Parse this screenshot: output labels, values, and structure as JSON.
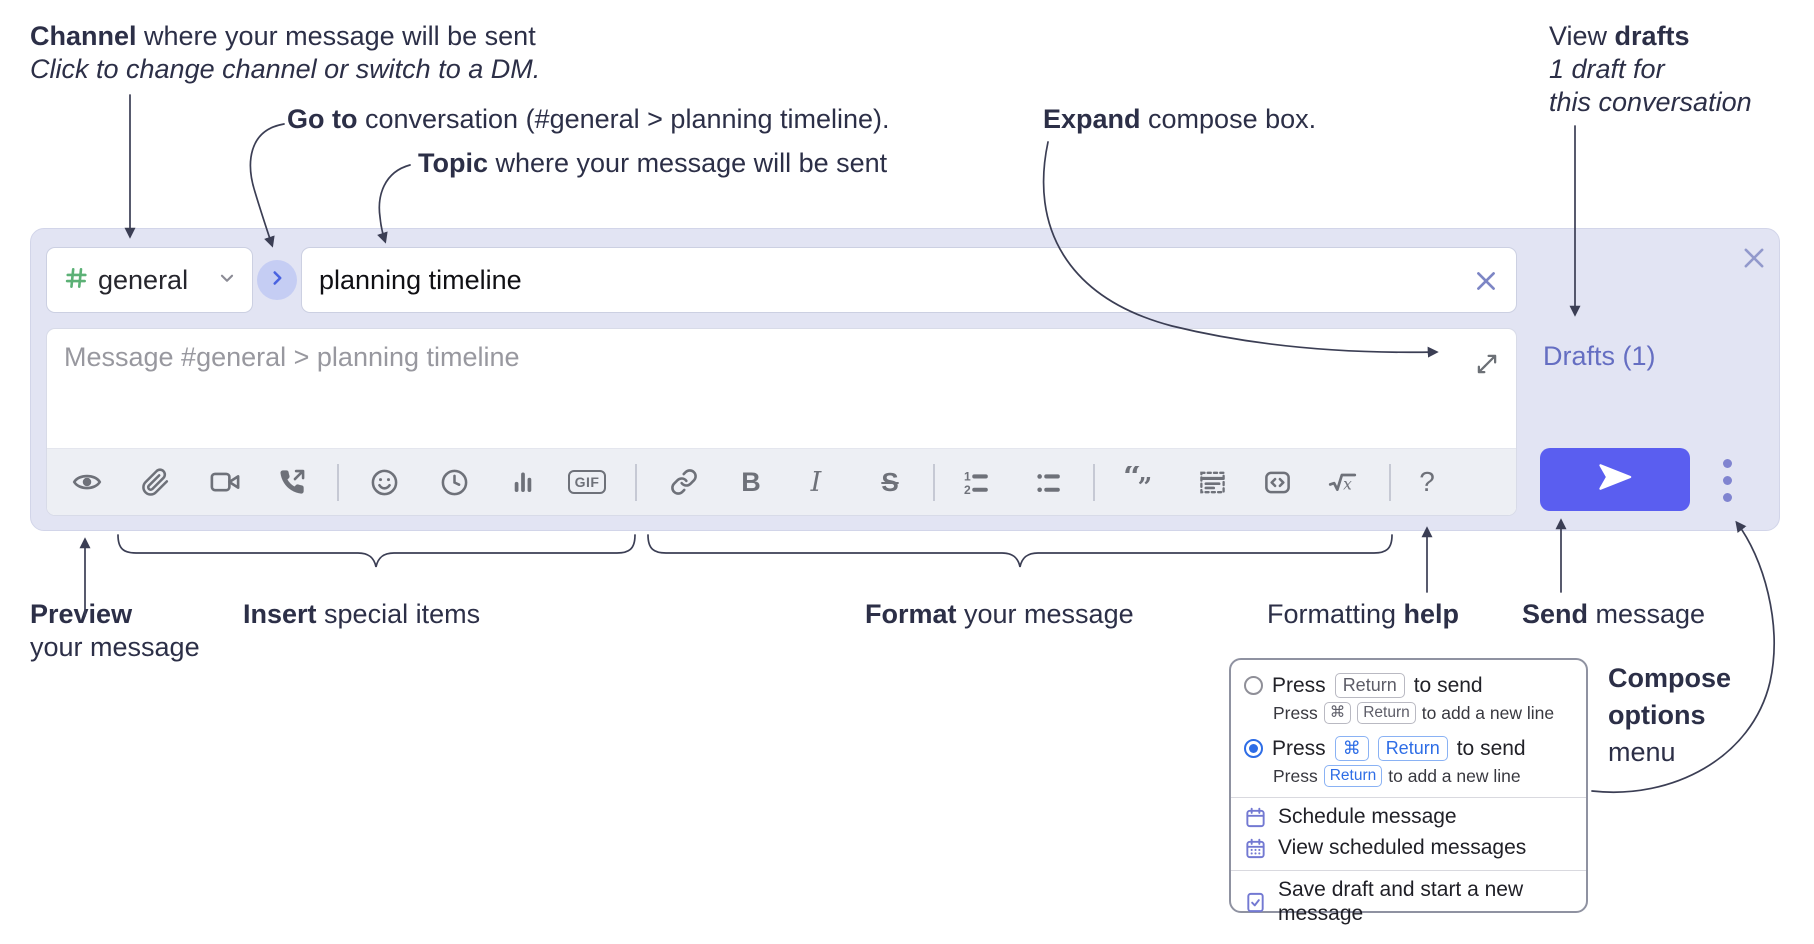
{
  "annotations": {
    "channel_note": {
      "bold": "Channel",
      "rest": " where your message will be sent",
      "italic_line": "Click to change channel or switch to a DM."
    },
    "goto_note": {
      "bold": "Go to",
      "rest": " conversation (#general > planning timeline)."
    },
    "topic_note": {
      "bold": "Topic",
      "rest": " where your message will be sent"
    },
    "expand_note": {
      "bold": "Expand",
      "rest": " compose box."
    },
    "view_drafts_note": {
      "regular": "View ",
      "bold": "drafts",
      "line2": "1 draft for",
      "line3": "this conversation"
    },
    "preview_note": {
      "bold": "Preview",
      "line2": "your message"
    },
    "insert_note": {
      "bold": "Insert",
      "rest": " special items"
    },
    "format_note": {
      "bold": "Format",
      "rest": " your message"
    },
    "help_note": {
      "regular": "Formatting ",
      "bold": "help"
    },
    "send_note": {
      "bold": "Send",
      "rest": " message"
    },
    "compose_options_note": {
      "line1": "Compose",
      "line2": "options",
      "line3": "menu"
    }
  },
  "compose": {
    "channel": {
      "name": "general"
    },
    "topic": {
      "value": "planning timeline"
    },
    "message": {
      "placeholder": "Message #general > planning timeline"
    },
    "drafts_link": "Drafts (1)",
    "toolbar": {
      "gif_label": "GIF",
      "bold_label": "B",
      "italic_label": "I",
      "strike_label": "S",
      "math_label": "x",
      "help_label": "?"
    }
  },
  "popup": {
    "option_return": {
      "press": "Press",
      "key": "Return",
      "suffix": "to send",
      "sub": {
        "press": "Press",
        "key1": "⌘",
        "key2": "Return",
        "suffix": "to add a new line"
      }
    },
    "option_cmd_return": {
      "press": "Press",
      "key1": "⌘",
      "key2": "Return",
      "suffix": "to send",
      "sub": {
        "press": "Press",
        "key": "Return",
        "suffix": "to add a new line"
      }
    },
    "schedule_item": "Schedule message",
    "view_scheduled_item": "View scheduled messages",
    "save_draft_item": "Save draft and start a new message"
  },
  "colors": {
    "compose_bg": "#e2e4f3",
    "send_accent": "#5a5ef0",
    "hash_green": "#5cb176",
    "keycap_blue": "#2e6de6",
    "drafts_link": "#656ec2"
  }
}
